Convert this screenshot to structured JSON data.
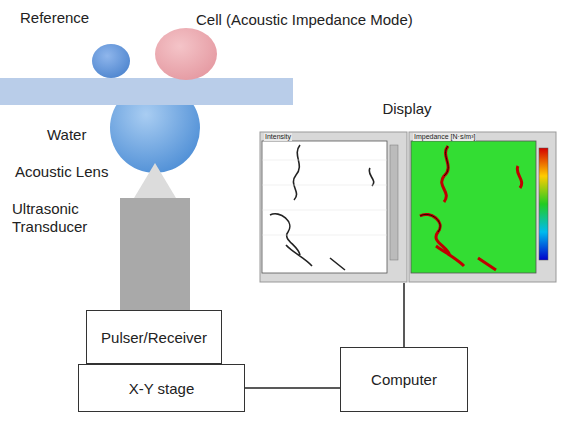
{
  "diagram": {
    "nodes": [
      {
        "text": [
          "Display"
        ]
      },
      {
        "text": [
          "Pulser/Receiver"
        ]
      },
      {
        "text": [
          "X-Y stage"
        ]
      },
      {
        "text": [
          "Computer"
        ]
      }
    ],
    "edges": [
      {
        "from": 0,
        "to": 3,
        "arrow": "none"
      },
      {
        "from": 2,
        "to": 3,
        "arrow": "none"
      }
    ],
    "labels": [
      "Reference",
      "Cell (Acoustic Impedance Mode)",
      "Water",
      "Acoustic Lens",
      "Ultrasonic Transducer",
      "Intensity",
      "Impedance [N·s/m³]"
    ]
  }
}
